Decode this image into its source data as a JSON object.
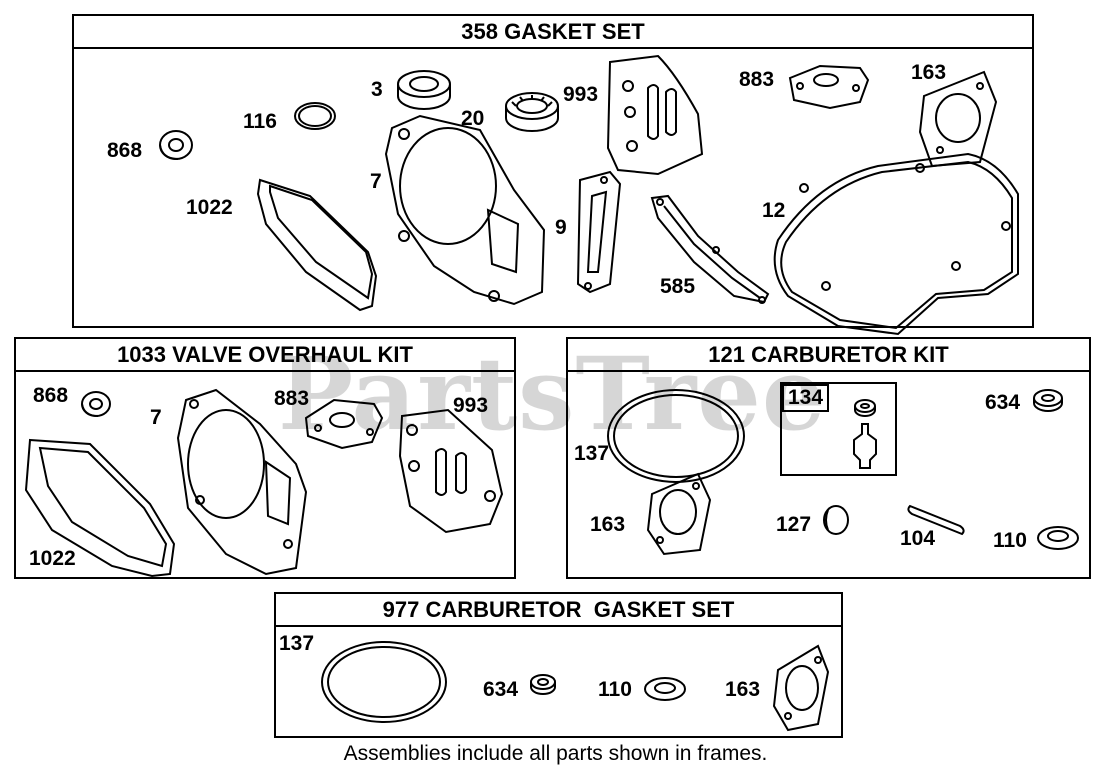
{
  "watermark": "PartsTree",
  "footnote": "Assemblies include all parts shown in frames.",
  "frames": {
    "gasket_set": {
      "title": "358 GASKET SET",
      "labels": {
        "p3": "3",
        "p116": "116",
        "p20": "20",
        "p993": "993",
        "p883": "883",
        "p163": "163",
        "p868": "868",
        "p7": "7",
        "p1022": "1022",
        "p9": "9",
        "p12": "12",
        "p585": "585"
      }
    },
    "valve_kit": {
      "title": "1033 VALVE OVERHAUL KIT",
      "labels": {
        "p868": "868",
        "p7": "7",
        "p883": "883",
        "p993": "993",
        "p1022": "1022"
      }
    },
    "carb_kit": {
      "title": "121 CARBURETOR KIT",
      "labels": {
        "p134": "134",
        "p634": "634",
        "p137": "137",
        "p163": "163",
        "p127": "127",
        "p104": "104",
        "p110": "110"
      }
    },
    "carb_gasket_set": {
      "title": "977 CARBURETOR  GASKET SET",
      "labels": {
        "p137": "137",
        "p634": "634",
        "p110": "110",
        "p163": "163"
      }
    }
  }
}
